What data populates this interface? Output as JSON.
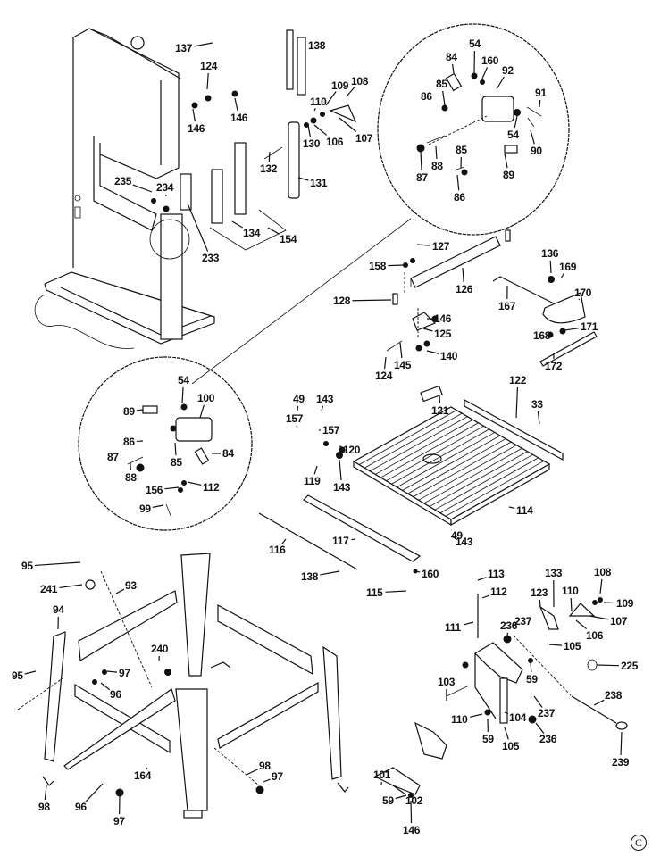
{
  "diagram": {
    "title": "Band saw exploded parts diagram",
    "copyright_symbol": "C",
    "sections": {
      "band_saw_body": [
        "124",
        "146",
        "146",
        "137",
        "138",
        "108",
        "109",
        "110",
        "107",
        "106",
        "130",
        "132",
        "131",
        "235",
        "234",
        "233",
        "134",
        "154"
      ],
      "upper_guide_detail": [
        "54",
        "84",
        "160",
        "92",
        "85",
        "86",
        "91",
        "88",
        "87",
        "54",
        "90",
        "85",
        "86",
        "89"
      ],
      "fence": [
        "127",
        "158",
        "128",
        "126",
        "146",
        "125",
        "124",
        "145",
        "140"
      ],
      "miter_gauge": [
        "136",
        "169",
        "167",
        "170",
        "168",
        "171",
        "172"
      ],
      "lower_guide_detail": [
        "54",
        "100",
        "89",
        "86",
        "87",
        "85",
        "84",
        "88",
        "156",
        "112",
        "99"
      ],
      "table": [
        "122",
        "33",
        "121",
        "49",
        "143",
        "157",
        "157",
        "120",
        "119",
        "143",
        "114",
        "49",
        "143",
        "117",
        "116",
        "138",
        "160",
        "115"
      ],
      "trunnion": [
        "113",
        "112",
        "133",
        "108",
        "123",
        "110",
        "109",
        "107",
        "106",
        "111",
        "236",
        "237",
        "105",
        "225",
        "59",
        "103",
        "238",
        "237",
        "110",
        "104",
        "236",
        "59",
        "105",
        "239",
        "101",
        "102",
        "59",
        "146"
      ],
      "stand": [
        "95",
        "241",
        "93",
        "94",
        "240",
        "97",
        "95",
        "96",
        "164",
        "98",
        "97",
        "98",
        "96",
        "97"
      ]
    },
    "labels": [
      "137",
      "138",
      "124",
      "108",
      "109",
      "146",
      "146",
      "110",
      "107",
      "106",
      "130",
      "132",
      "131",
      "235",
      "234",
      "233",
      "134",
      "154",
      "54",
      "84",
      "160",
      "92",
      "86",
      "85",
      "91",
      "54",
      "88",
      "87",
      "90",
      "85",
      "86",
      "89",
      "127",
      "158",
      "126",
      "128",
      "146",
      "125",
      "145",
      "124",
      "140",
      "136",
      "169",
      "167",
      "170",
      "168",
      "171",
      "172",
      "54",
      "100",
      "89",
      "86",
      "87",
      "85",
      "84",
      "88",
      "156",
      "112",
      "99",
      "122",
      "33",
      "121",
      "49",
      "143",
      "157",
      "157",
      "120",
      "119",
      "143",
      "114",
      "49",
      "143",
      "117",
      "116",
      "138",
      "160",
      "115",
      "113",
      "112",
      "133",
      "108",
      "123",
      "110",
      "109",
      "107",
      "106",
      "111",
      "236",
      "237",
      "105",
      "225",
      "59",
      "103",
      "238",
      "237",
      "110",
      "104",
      "236",
      "59",
      "105",
      "239",
      "101",
      "102",
      "59",
      "146",
      "95",
      "241",
      "93",
      "94",
      "240",
      "97",
      "95",
      "96",
      "164",
      "98",
      "97",
      "98",
      "96",
      "97"
    ]
  }
}
